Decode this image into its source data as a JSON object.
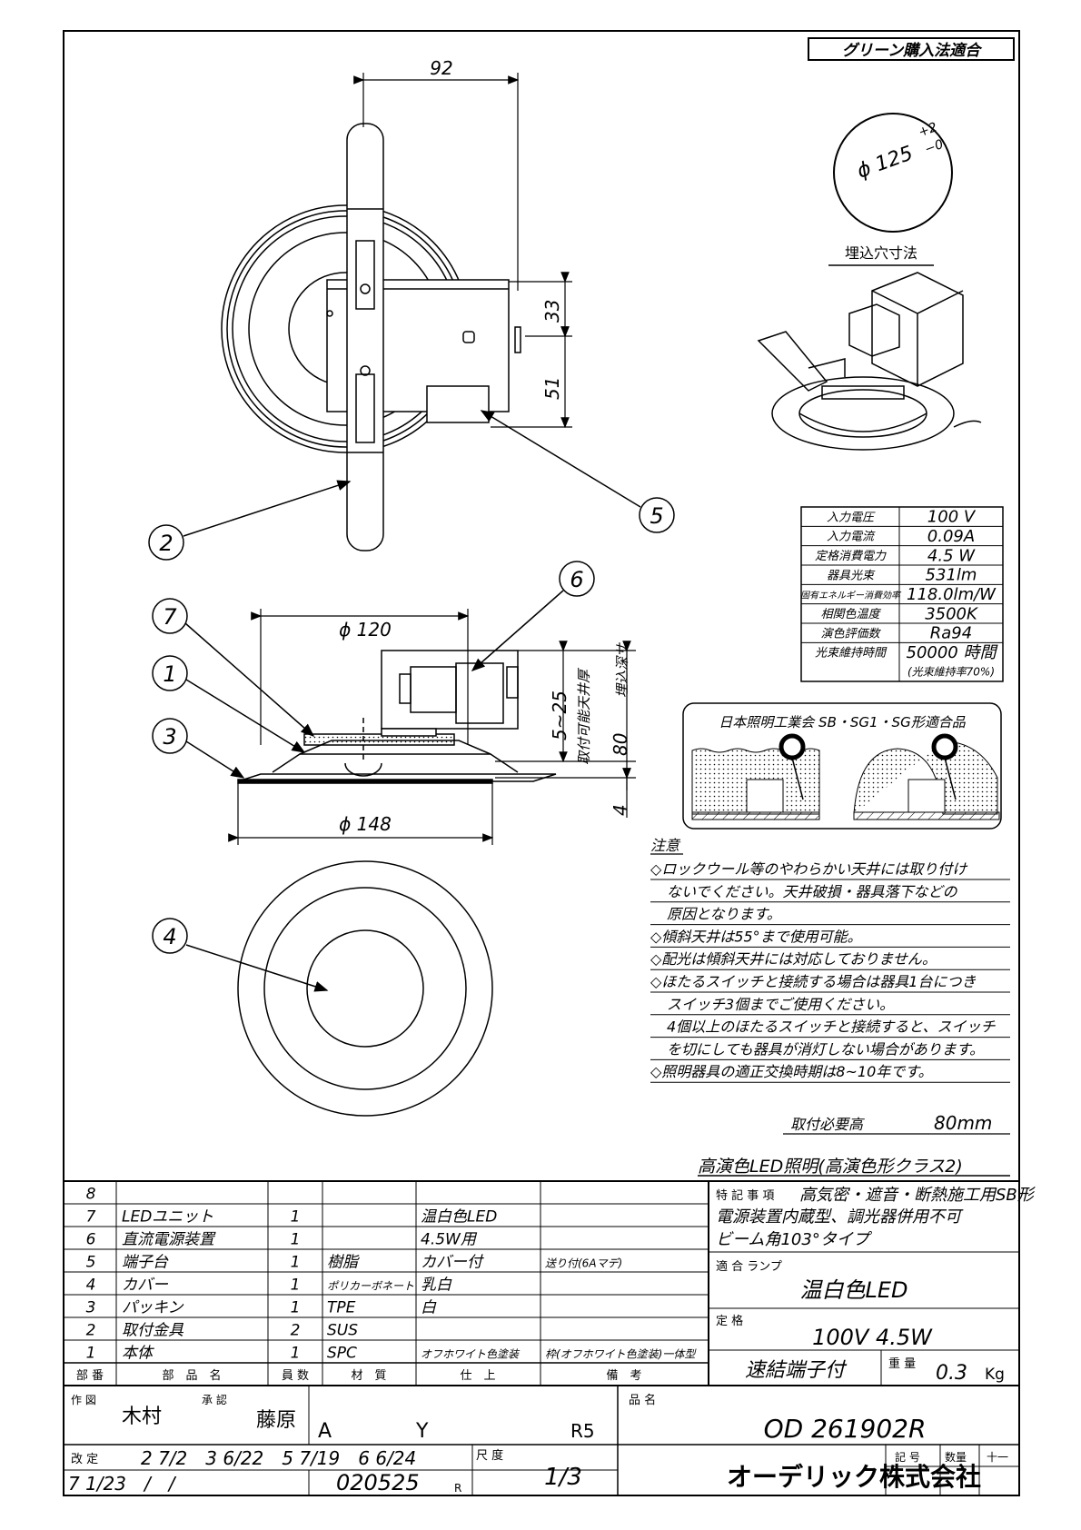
{
  "badge": "グリーン購入法適合",
  "cutout": {
    "dia": "ϕ 125",
    "tol_plus": "+2",
    "tol_minus": "−0",
    "caption": "埋込穴寸法"
  },
  "dims": {
    "top_width": "92",
    "d33": "33",
    "d51": "51",
    "d120": "ϕ 120",
    "d148": "ϕ 148",
    "d5_25": "5~25",
    "ceil_thick": "取付可能天井厚",
    "d80": "80",
    "embed_depth": "埋込深サ",
    "d4": "4"
  },
  "callouts": [
    "1",
    "2",
    "3",
    "4",
    "5",
    "6",
    "7"
  ],
  "specs": [
    {
      "label": "入力電圧",
      "value": "100 V"
    },
    {
      "label": "入力電流",
      "value": "0.09A"
    },
    {
      "label": "定格消費電力",
      "value": "4.5 W"
    },
    {
      "label": "器具光束",
      "value": "531lm"
    },
    {
      "label": "固有エネルギー消費効率",
      "value": "118.0lm/W"
    },
    {
      "label": "相関色温度",
      "value": "3500K"
    },
    {
      "label": "演色評価数",
      "value": "Ra94"
    },
    {
      "label": "光束維持時間",
      "value": "50000 時間",
      "sub": "(光束維持率70%)"
    }
  ],
  "sb_box": {
    "title": "日本照明工業会 SB・SG1・SG形適合品"
  },
  "notes_title": "注意",
  "notes": [
    "◇ロックウール等のやわらかい天井には取り付け",
    "ないでください。天井破損・器具落下などの",
    "原因となります。",
    "◇傾斜天井は55°まで使用可能。",
    "◇配光は傾斜天井には対応しておりません。",
    "◇ほたるスイッチと接続する場合は器具1台につき",
    "スイッチ3個までご使用ください。",
    "4個以上のほたるスイッチと接続すると、スイッチ",
    "を切にしても器具が消灯しない場合があります。",
    "◇照明器具の適正交換時期は8~10年です。"
  ],
  "mount_height": {
    "label": "取付必要高",
    "value": "80mm"
  },
  "product_class": "高演色LED照明(高演色形クラス2)",
  "parts": [
    {
      "no": "8",
      "name": "",
      "qty": "",
      "material": "",
      "finish": "",
      "note": ""
    },
    {
      "no": "7",
      "name": "LEDユニット",
      "qty": "1",
      "material": "",
      "finish": "温白色LED",
      "note": ""
    },
    {
      "no": "6",
      "name": "直流電源装置",
      "qty": "1",
      "material": "",
      "finish": "4.5W用",
      "note": ""
    },
    {
      "no": "5",
      "name": "端子台",
      "qty": "1",
      "material": "樹脂",
      "finish": "カバー付",
      "note": "送り付(6Aマデ)"
    },
    {
      "no": "4",
      "name": "カバー",
      "qty": "1",
      "material": "ポリカーボネート",
      "finish": "乳白",
      "note": ""
    },
    {
      "no": "3",
      "name": "パッキン",
      "qty": "1",
      "material": "TPE",
      "finish": "白",
      "note": ""
    },
    {
      "no": "2",
      "name": "取付金具",
      "qty": "2",
      "material": "SUS",
      "finish": "",
      "note": ""
    },
    {
      "no": "1",
      "name": "本体",
      "qty": "1",
      "material": "SPC",
      "finish": "オフホワイト色塗装",
      "note": "枠(オフホワイト色塗装)一体型"
    }
  ],
  "parts_header": {
    "no": "部 番",
    "name": "部　品　名",
    "qty": "員 数",
    "material": "材　質",
    "finish": "仕　上",
    "note": "備　考"
  },
  "features": {
    "label": "特 記 事 項",
    "line1": "高気密・遮音・断熱施工用SB形",
    "line2": "電源装置内蔵型、調光器併用不可",
    "line3": "ビーム角103°タイプ"
  },
  "lamp": {
    "label": "適 合 ランプ",
    "value": "温白色LED"
  },
  "rating": {
    "label": "定 格",
    "value": "100V 4.5W"
  },
  "terminal": "速結端子付",
  "weight": {
    "label": "重 量",
    "value": "0.3",
    "unit": "Kg"
  },
  "title_block": {
    "drawn_label": "作 図",
    "drawn": "木村",
    "approved_label": "承 認",
    "approved": "藤原",
    "a": "A",
    "y": "Y",
    "rev": "R5",
    "product_label": "品 名",
    "product": "OD 261902R",
    "revisions_label": "改 定",
    "revisions": "2 7/2　3 6/22　5 7/19　6 6/24",
    "revisions2": "7 1/23　/　/",
    "drawing_no": "020525",
    "drawing_no_suffix": "R",
    "scale_label": "尺 度",
    "scale": "1/3",
    "company": "オーデリック株式会社",
    "symbol_label": "記 号",
    "qty_label": "数量",
    "sep": "十一"
  }
}
